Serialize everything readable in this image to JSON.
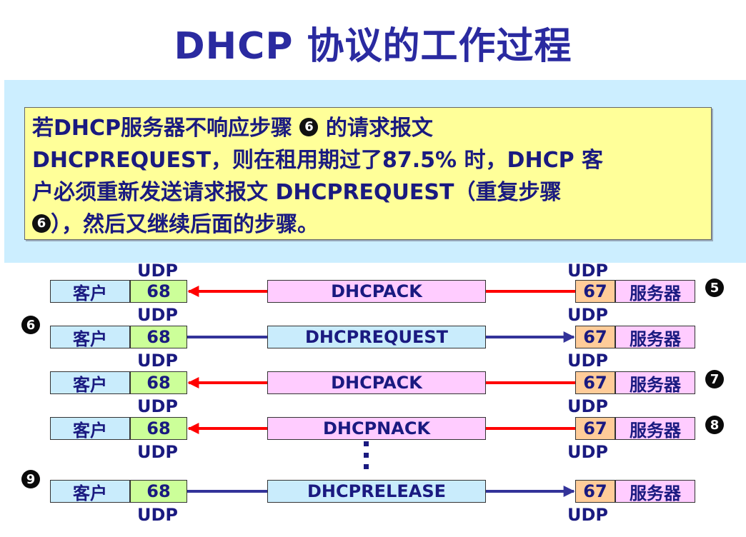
{
  "title": "DHCP 协议的工作过程",
  "note": {
    "line1a": "若DHCP服务器不响应步骤 ",
    "line1_circ": "6",
    "line1b": " 的请求报文",
    "line2": "DHCPREQUEST，则在租用期过了87.5% 时，DHCP 客",
    "line3": "户必须重新发送请求报文 DHCPREQUEST（重复步骤",
    "line4_circ": "6",
    "line4b": "），然后又继续后面的步骤。"
  },
  "labels": {
    "client": "客户",
    "server": "服务器",
    "client_port": "68",
    "server_port": "67",
    "udp": "UDP"
  },
  "rows": [
    {
      "message": "DHCPACK",
      "direction": "to-client",
      "step_right": "5",
      "step_left": ""
    },
    {
      "message": "DHCPREQUEST",
      "direction": "to-server",
      "step_right": "",
      "step_left": "6"
    },
    {
      "message": "DHCPACK",
      "direction": "to-client",
      "step_right": "7",
      "step_left": ""
    },
    {
      "message": "DHCPNACK",
      "direction": "to-client",
      "step_right": "8",
      "step_left": ""
    },
    {
      "message": "DHCPRELEASE",
      "direction": "to-server",
      "step_right": "",
      "step_left": "9"
    }
  ],
  "colors": {
    "to_client_arrow": "#ff0000",
    "to_server_arrow": "#333399"
  }
}
